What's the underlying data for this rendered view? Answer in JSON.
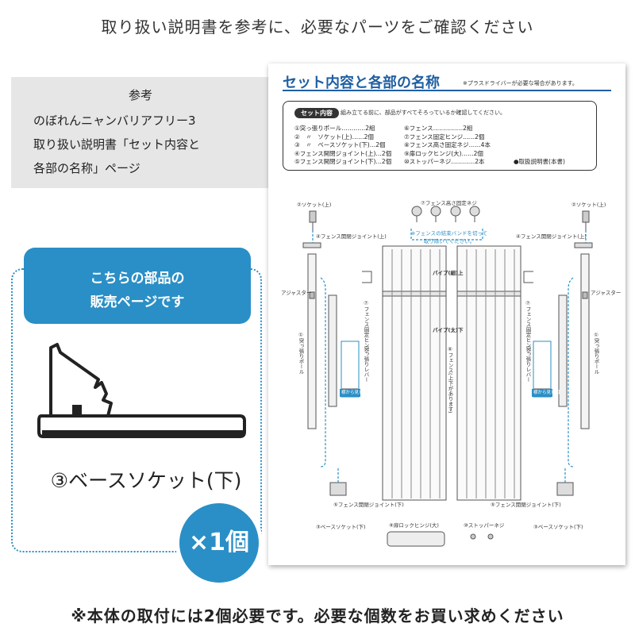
{
  "top_text": "取り扱い説明書を参考に、必要なパーツをご確認ください",
  "reference": {
    "title": "参考",
    "lines": [
      "のぼれんニャンバリアフリー3",
      "取り扱い説明書「セット内容と",
      "各部の名称」ページ"
    ]
  },
  "sale_tab": {
    "line1": "こちらの部品の",
    "line2": "販売ページです"
  },
  "part_name": "③ベースソケット(下)",
  "quantity_badge": "×1個",
  "bottom_text": "※本体の取付には2個必要です。必要な個数をお買い求めください",
  "document": {
    "title": "セット内容と各部の名称",
    "note": "※プラスドライバーが必要な場合があります。",
    "set_label": "セット内容",
    "set_description": "組み立てる前に、部品がすべてそろっているか確認してください。",
    "parts_col1": [
      "①突っ張りポール…………2組",
      "②　〃　ソケット(上)……2個",
      "③　〃　ベースソケット(下)…2個",
      "④フェンス開閉ジョイント(上)…2個",
      "⑤フェンス開閉ジョイント(下)…2個"
    ],
    "parts_col2": [
      "⑥フェンス……………2組",
      "⑦フェンス固定ヒンジ……2個",
      "⑧フェンス高さ固定ネジ……4本",
      "⑨扉ロックヒンジ(大)……2個",
      "⑩ストッパーネジ…………2本"
    ],
    "parts_extra": "●取扱説明書(本書)",
    "labels": {
      "socket_top_left": "②ソケット(上)",
      "socket_top_right": "②ソケット(上)",
      "screw": "⑦フェンス高さ固定ネジ",
      "band_note_1": "※フェンスの結束バンドを切って",
      "band_note_2": "取り除いてください。",
      "joint_top_left": "④フェンス開閉ジョイント(上)",
      "joint_top_right": "④フェンス開閉ジョイント(上)",
      "pipe_thin": "パイプ(細)",
      "pipe_thin_mark": "上",
      "pipe_thick": "パイプ(太)",
      "pipe_thick_mark": "下",
      "adjuster_left": "アジャスター",
      "adjuster_right": "アジャスター",
      "pole_left": "①突っ張りポール",
      "pole_right": "①突っ張りポール",
      "hinge_left": "⑦フェンス固定ヒンジ",
      "hinge_right": "⑦フェンス固定ヒンジ",
      "lever_left": "突っ張りレバー",
      "lever_right": "突っ張りレバー",
      "side_view_left": "横から見た図",
      "side_view_right": "横から見た図",
      "fence_vertical": "⑥フェンス(上下があります)",
      "joint_bottom_left": "⑤フェンス開閉ジョイント(下)",
      "joint_bottom_right": "⑤フェンス開閉ジョイント(下)",
      "base_left": "③ベースソケット(下)",
      "base_right": "③ベースソケット(下)",
      "door_lock": "⑨扉ロックヒンジ(大)",
      "stopper": "⑩ストッパーネジ"
    }
  },
  "colors": {
    "accent": "#2a8fc6",
    "doc_title": "#1f5fa2",
    "reference_bg": "#e6e6e6"
  }
}
